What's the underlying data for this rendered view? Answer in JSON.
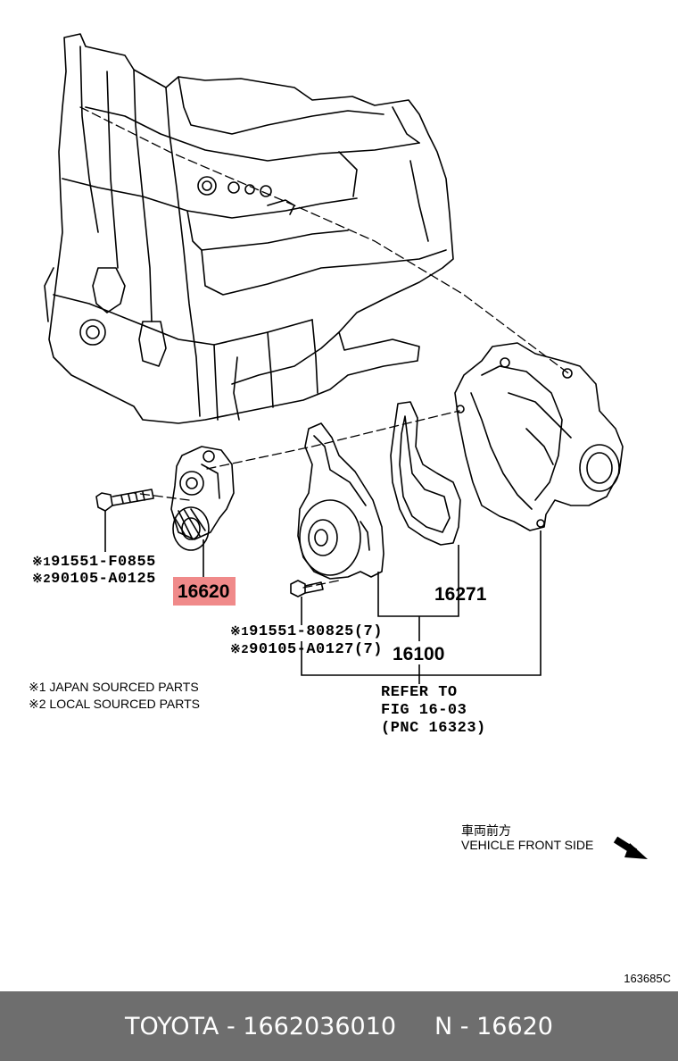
{
  "callouts": {
    "tensioner_bolt_1": {
      "mark": "※1",
      "part": "91551-F0855"
    },
    "tensioner_bolt_2": {
      "mark": "※2",
      "part": "90105-A0125"
    },
    "tensioner": "16620",
    "gasket": "16271",
    "pump_bolt_1": {
      "mark": "※1",
      "part": "91551-80825(7)"
    },
    "pump_bolt_2": {
      "mark": "※2",
      "part": "90105-A0127(7)"
    },
    "water_pump": "16100",
    "refer_line1": "REFER TO",
    "refer_line2": "FIG 16-03",
    "refer_line3": "(PNC 16323)"
  },
  "notes": {
    "japan": "※1 JAPAN SOURCED PARTS",
    "local": "※2 LOCAL SOURCED PARTS"
  },
  "front": {
    "jp": "車両前方",
    "en": "VEHICLE FRONT SIDE"
  },
  "diagram_code": "163685C",
  "footer": {
    "text": "TOYOTA - 1662036010     N - 16620"
  },
  "colors": {
    "highlight": "#f08a8a",
    "footer_bg": "#6e6e6e"
  }
}
